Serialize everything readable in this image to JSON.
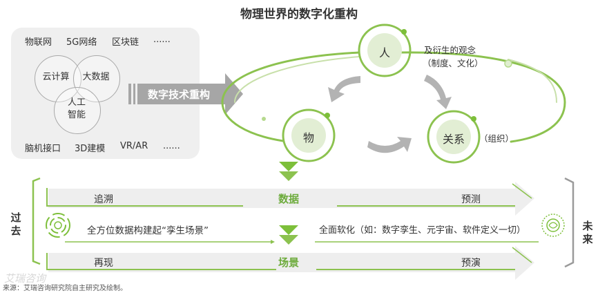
{
  "title": "物理世界的数字化重构",
  "tech": {
    "row1": [
      "物联网",
      "5G网络",
      "区块链",
      "......"
    ],
    "row2": [
      "脑机接口",
      "3D建模",
      "VR/AR",
      "......"
    ],
    "venn": {
      "a": "云计算",
      "b": "大数据",
      "c_line1": "人工",
      "c_line2": "智能"
    }
  },
  "arrow_label": "数字技术重构",
  "nodes": {
    "person": "人",
    "object": "物",
    "relation": "关系"
  },
  "person_note": {
    "line1": "及衍生的观念",
    "line2": "（制度、文化）"
  },
  "relation_note": "（组织）",
  "timeline": {
    "past": "过去",
    "future": "未来",
    "band1": {
      "left": "追溯",
      "center": "数据",
      "right": "预测"
    },
    "middle": {
      "left": "全方位数据构建起“孪生场景”",
      "right": "全面软化（如：数字孪生、元宇宙、软件定义一切）"
    },
    "band2": {
      "left": "再现",
      "center": "场景",
      "right": "预演"
    }
  },
  "source": "来源：艾瑞咨询研究院自主研究及绘制。",
  "watermark": "艾瑞咨询",
  "colors": {
    "green": "#7dbf3a",
    "light_green": "#a9d37a",
    "pale_green": "#e4efd6",
    "gray": "#a6a6a6"
  }
}
